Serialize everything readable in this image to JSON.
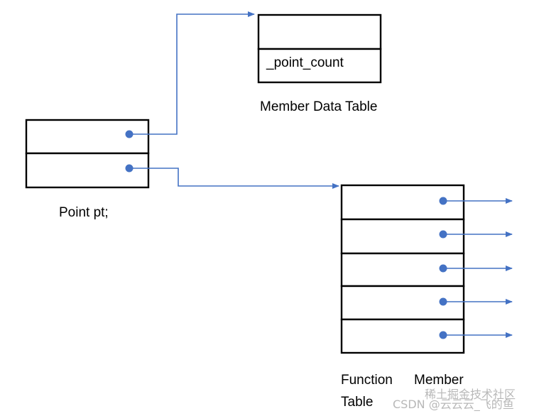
{
  "point_object": {
    "caption": "Point pt;",
    "slot_count": 2
  },
  "member_data_table": {
    "caption": "Member Data Table",
    "rows": [
      "",
      "_point_count"
    ]
  },
  "function_member_table": {
    "caption_line1_word1": "Function",
    "caption_line1_word2": "Member",
    "caption_line2": "Table",
    "slot_count": 5
  },
  "watermark": {
    "text": "CSDN @云云云_飞的鱼",
    "overlay": "稀土掘金技术社区"
  },
  "colors": {
    "arrow": "#4472c4",
    "box_stroke": "#000000",
    "background": "#ffffff"
  }
}
